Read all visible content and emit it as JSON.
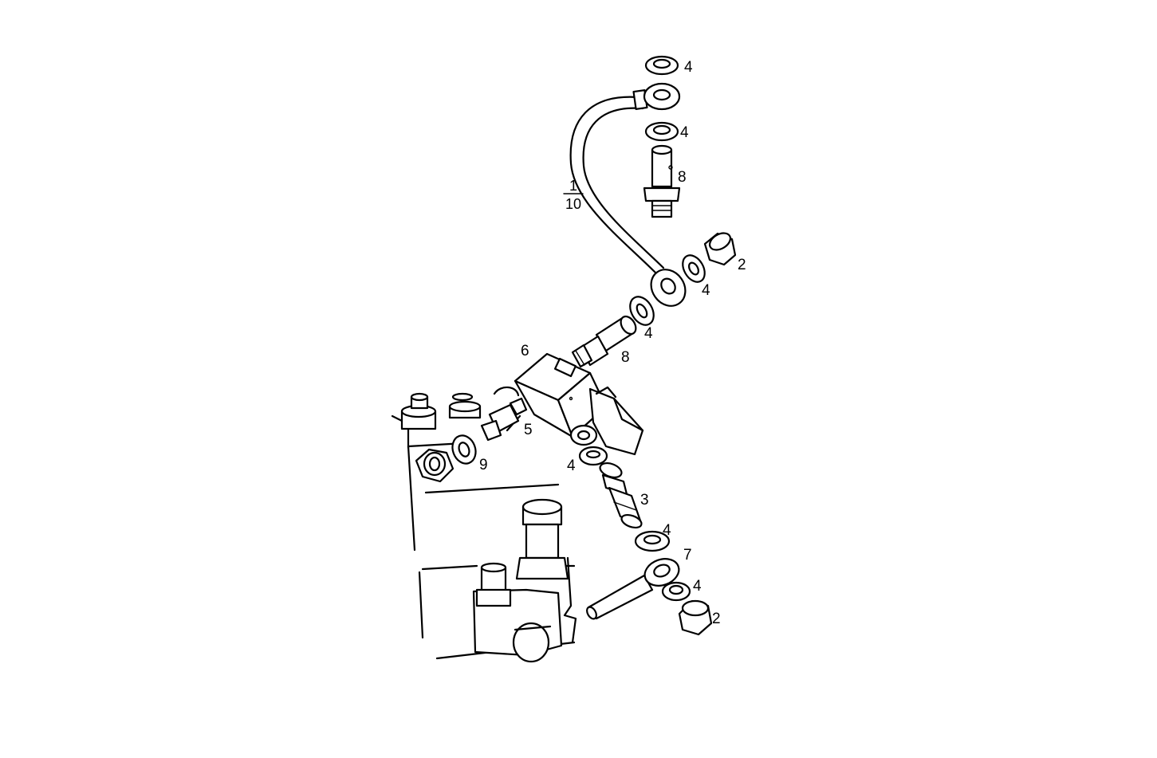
{
  "diagram": {
    "callouts": [
      {
        "id": "c1",
        "label": "4"
      },
      {
        "id": "c2",
        "label": "4"
      },
      {
        "id": "c3",
        "label": "8"
      },
      {
        "id": "c4",
        "label": "2"
      },
      {
        "id": "c5",
        "label": "4"
      },
      {
        "id": "c6",
        "label": "4"
      },
      {
        "id": "c7",
        "label": "8"
      },
      {
        "id": "c8",
        "label": "6"
      },
      {
        "id": "c9",
        "label": "5"
      },
      {
        "id": "c10",
        "label": "9"
      },
      {
        "id": "c11",
        "label": "4"
      },
      {
        "id": "c12",
        "label": "3"
      },
      {
        "id": "c13",
        "label": "4"
      },
      {
        "id": "c14",
        "label": "7"
      },
      {
        "id": "c15",
        "label": "4"
      },
      {
        "id": "c16",
        "label": "2"
      }
    ],
    "fraction": {
      "numerator": "1",
      "denominator": "10"
    }
  }
}
